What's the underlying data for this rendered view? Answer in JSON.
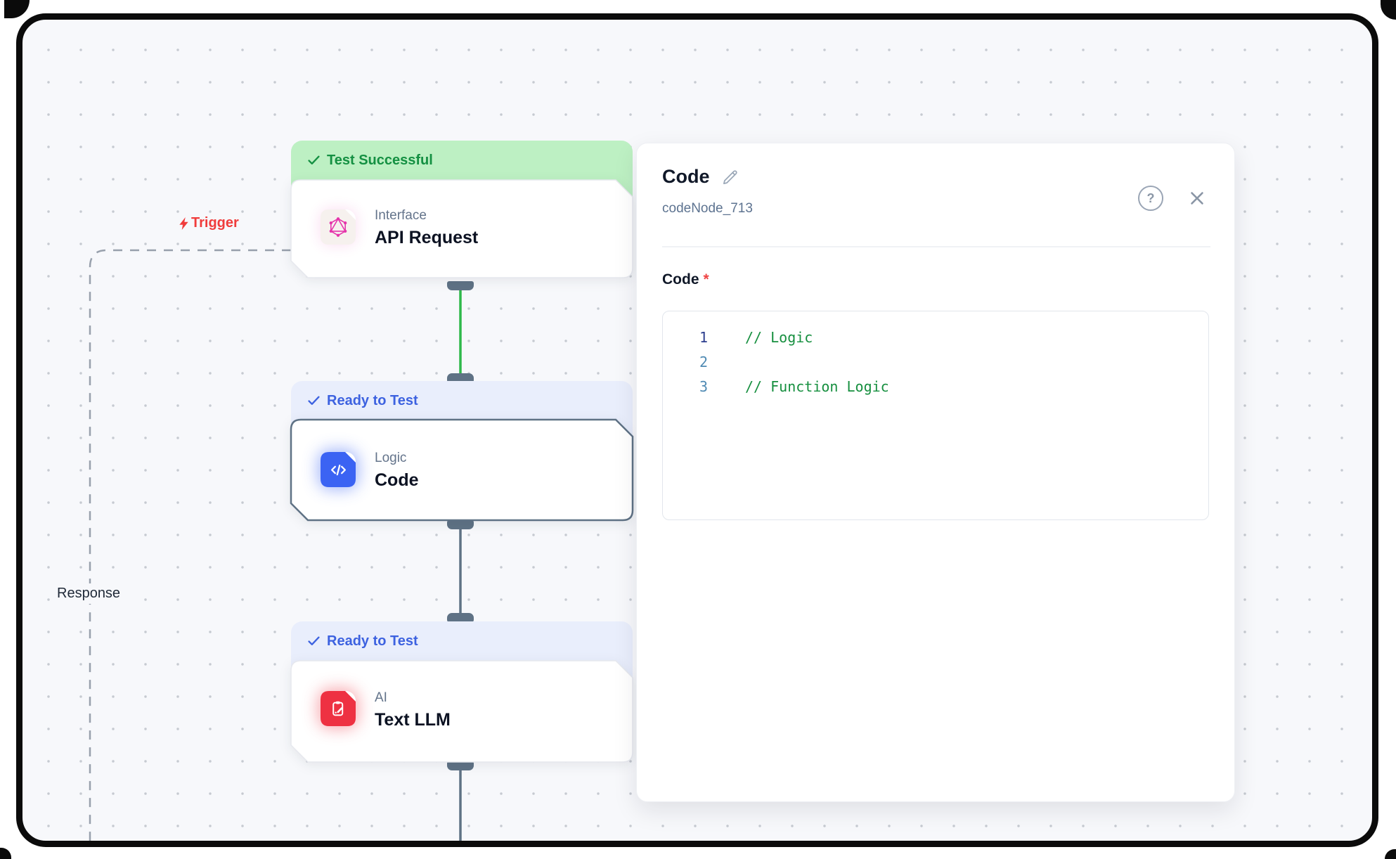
{
  "workflow": {
    "trigger_label": "Trigger",
    "response_label": "Response",
    "nodes": [
      {
        "status": "Test Successful",
        "category": "Interface",
        "title": "API Request"
      },
      {
        "status": "Ready to Test",
        "category": "Logic",
        "title": "Code"
      },
      {
        "status": "Ready to Test",
        "category": "AI",
        "title": "Text LLM"
      }
    ]
  },
  "panel": {
    "title": "Code",
    "subtitle": "codeNode_713",
    "help_label": "?",
    "field": {
      "label": "Code",
      "required_marker": "*"
    },
    "editor_lines": [
      {
        "number": "1",
        "code": "// Logic"
      },
      {
        "number": "2",
        "code": ""
      },
      {
        "number": "3",
        "code": "// Function Logic"
      }
    ]
  },
  "colors": {
    "success_badge_bg": "#bdf0c3",
    "success_badge_text": "#149042",
    "ready_badge_bg": "#e9eefc",
    "ready_badge_text": "#3d62e0",
    "connector_green": "#2eb84a",
    "connector_slate": "#5f7285",
    "trigger_red": "#f03c3c",
    "comment_green": "#168f3f",
    "logic_icon_blue": "#3b63f3",
    "ai_icon_red": "#ee3142",
    "interface_icon_pink": "#e535ab"
  }
}
